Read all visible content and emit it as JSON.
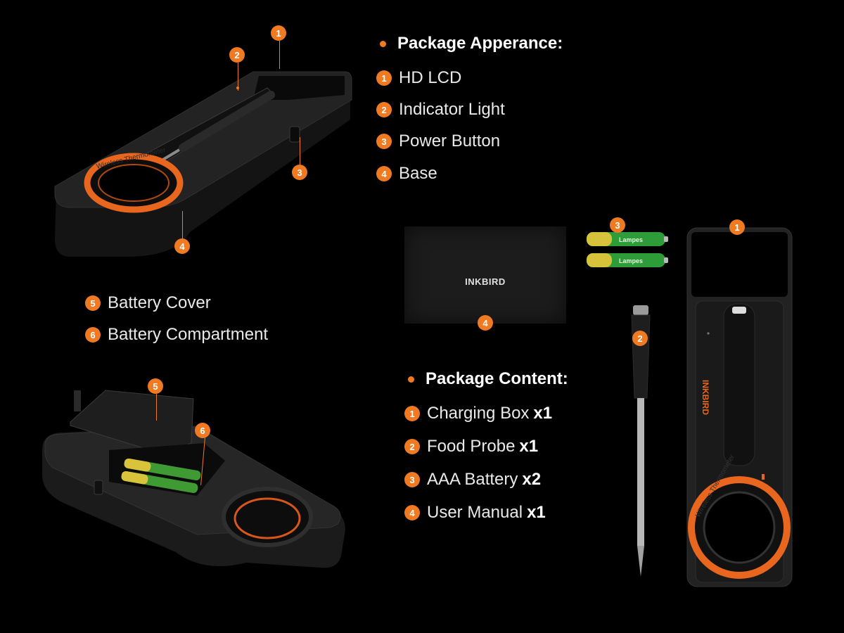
{
  "colors": {
    "accent": "#f07a22",
    "background": "#000000",
    "device": "#1c1c1c"
  },
  "appearance": {
    "heading": "Package Apperance:",
    "items": [
      {
        "num": "1",
        "label": "HD LCD"
      },
      {
        "num": "2",
        "label": "Indicator Light"
      },
      {
        "num": "3",
        "label": "Power Button"
      },
      {
        "num": "4",
        "label": "Base"
      }
    ]
  },
  "battery_parts": {
    "items": [
      {
        "num": "5",
        "label": "Battery Cover"
      },
      {
        "num": "6",
        "label": "Battery Compartment"
      }
    ]
  },
  "content": {
    "heading": "Package Content:",
    "items": [
      {
        "num": "1",
        "label": "Charging Box",
        "qty": "x1"
      },
      {
        "num": "2",
        "label": "Food Probe",
        "qty": "x1"
      },
      {
        "num": "3",
        "label": "AAA Battery",
        "qty": "x2"
      },
      {
        "num": "4",
        "label": "User Manual",
        "qty": "x1"
      }
    ]
  },
  "product": {
    "brand": "INKBIRD",
    "ring_text": "Wireless Thermometer",
    "battery_brand": "Lampes"
  },
  "callouts": {
    "top_device": [
      "1",
      "2",
      "3",
      "4"
    ],
    "bottom_device": [
      "5",
      "6"
    ],
    "contents": [
      "1",
      "2",
      "3",
      "4"
    ]
  }
}
